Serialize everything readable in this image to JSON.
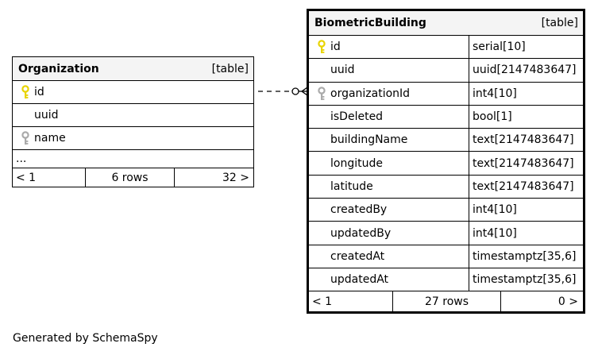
{
  "organization": {
    "name": "Organization",
    "type": "[table]",
    "columns": [
      {
        "name": "id",
        "key": "primary"
      },
      {
        "name": "uuid",
        "key": "none"
      },
      {
        "name": "name",
        "key": "index"
      }
    ],
    "more": "...",
    "footer": {
      "left": "< 1",
      "center": "6 rows",
      "right": "32 >"
    }
  },
  "biometric": {
    "name": "BiometricBuilding",
    "type": "[table]",
    "columns": [
      {
        "name": "id",
        "type": "serial[10]",
        "key": "primary"
      },
      {
        "name": "uuid",
        "type": "uuid[2147483647]",
        "key": "none"
      },
      {
        "name": "organizationId",
        "type": "int4[10]",
        "key": "foreign"
      },
      {
        "name": "isDeleted",
        "type": "bool[1]",
        "key": "none"
      },
      {
        "name": "buildingName",
        "type": "text[2147483647]",
        "key": "none"
      },
      {
        "name": "longitude",
        "type": "text[2147483647]",
        "key": "none"
      },
      {
        "name": "latitude",
        "type": "text[2147483647]",
        "key": "none"
      },
      {
        "name": "createdBy",
        "type": "int4[10]",
        "key": "none"
      },
      {
        "name": "updatedBy",
        "type": "int4[10]",
        "key": "none"
      },
      {
        "name": "createdAt",
        "type": "timestamptz[35,6]",
        "key": "none"
      },
      {
        "name": "updatedAt",
        "type": "timestamptz[35,6]",
        "key": "none"
      }
    ],
    "footer": {
      "left": "< 1",
      "center": "27 rows",
      "right": "0 >"
    }
  },
  "colors": {
    "primary_key": "#e8d400",
    "foreign_key": "#aaaaaa",
    "header_bg": "#f4f4f4"
  },
  "credit": "Generated by SchemaSpy"
}
